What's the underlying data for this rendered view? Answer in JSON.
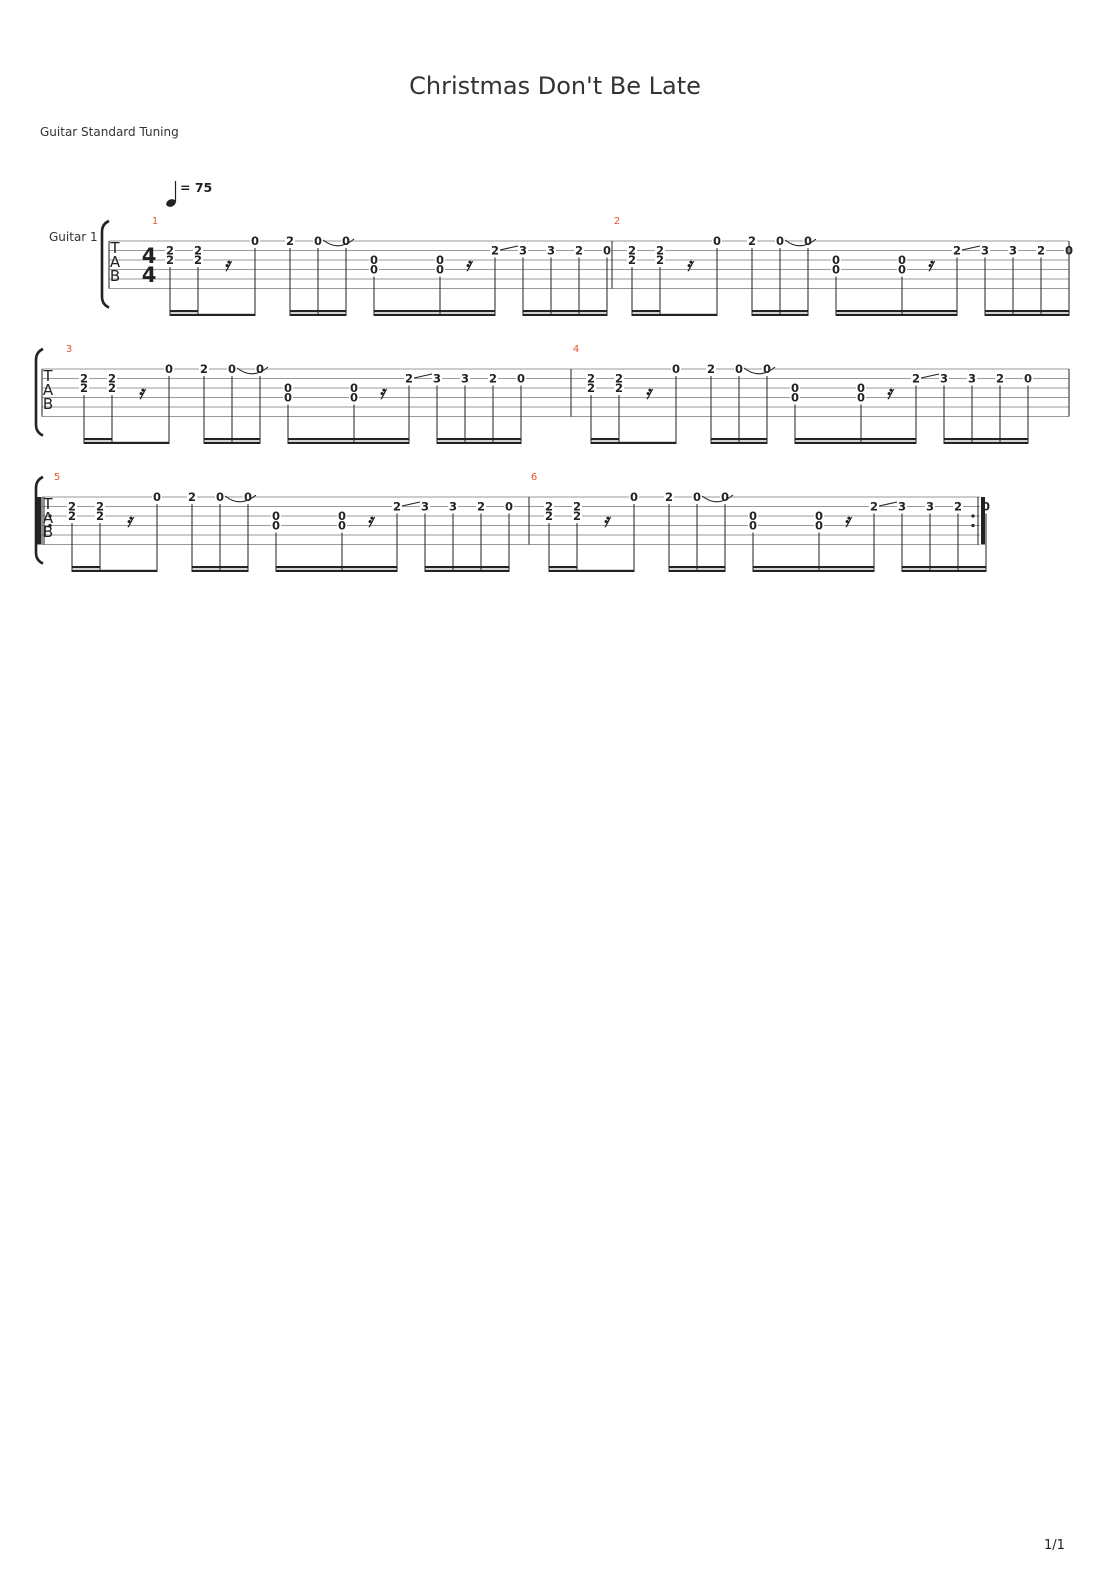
{
  "title": "Christmas Don't Be Late",
  "tuning": "Guitar Standard Tuning",
  "tempo": "= 75",
  "instrument": "Guitar 1",
  "time_signature": [
    "4",
    "4"
  ],
  "tab_clef": [
    "T",
    "A",
    "B"
  ],
  "page_number": "1/1",
  "colors": {
    "measure_number": "#e8542a",
    "ink": "#222222",
    "staff_line": "#9a9a9a"
  },
  "measure_pattern": {
    "beats": [
      {
        "notes": [
          {
            "string": 2,
            "fret": "2"
          },
          {
            "string": 3,
            "fret": "2"
          }
        ]
      },
      {
        "notes": [
          {
            "string": 2,
            "fret": "2"
          },
          {
            "string": 3,
            "fret": "2"
          }
        ]
      },
      {
        "rest": "sixteenth"
      },
      {
        "notes": [
          {
            "string": 1,
            "fret": "0"
          }
        ]
      },
      {
        "notes": [
          {
            "string": 1,
            "fret": "2"
          }
        ]
      },
      {
        "notes": [
          {
            "string": 1,
            "fret": "0"
          }
        ]
      },
      {
        "notes": [
          {
            "string": 1,
            "fret": "0"
          }
        ]
      },
      {
        "notes": [
          {
            "string": 3,
            "fret": "0"
          },
          {
            "string": 4,
            "fret": "0"
          }
        ]
      },
      {
        "notes": [
          {
            "string": 3,
            "fret": "0"
          },
          {
            "string": 4,
            "fret": "0"
          }
        ]
      },
      {
        "rest": "sixteenth"
      },
      {
        "notes": [
          {
            "string": 2,
            "fret": "2"
          }
        ]
      },
      {
        "notes": [
          {
            "string": 2,
            "fret": "3"
          }
        ]
      },
      {
        "notes": [
          {
            "string": 2,
            "fret": "3"
          }
        ]
      },
      {
        "notes": [
          {
            "string": 2,
            "fret": "2"
          }
        ]
      },
      {
        "notes": [
          {
            "string": 2,
            "fret": "0"
          }
        ]
      }
    ],
    "ties": [
      [
        5,
        6
      ]
    ],
    "slides": [
      [
        10,
        11
      ]
    ]
  },
  "systems": [
    {
      "measures": [
        "1",
        "2"
      ],
      "show_instrument": true,
      "show_time_signature": true,
      "repeat_start": false,
      "repeat_end": false
    },
    {
      "measures": [
        "3",
        "4"
      ],
      "show_instrument": false,
      "show_time_signature": false,
      "repeat_start": false,
      "repeat_end": false
    },
    {
      "measures": [
        "5",
        "6"
      ],
      "show_instrument": false,
      "show_time_signature": false,
      "repeat_start": true,
      "repeat_end": true
    }
  ]
}
